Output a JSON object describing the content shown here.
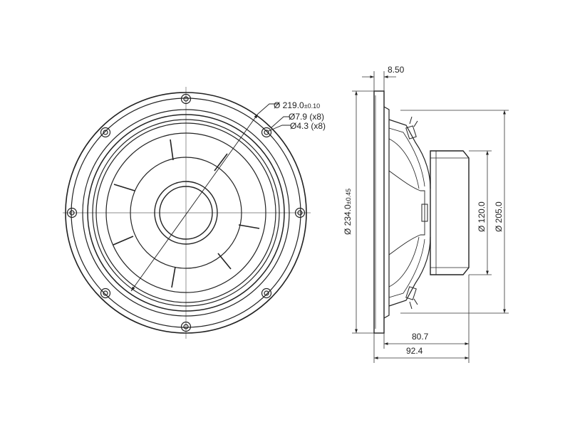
{
  "front_view": {
    "outer_diameter": {
      "label": "Ø 219.0",
      "tolerance": "±0.10"
    },
    "hole_large": {
      "label": "Ø7.9 (x8)"
    },
    "hole_small": {
      "label": "Ø4.3 (x8)"
    }
  },
  "side_view": {
    "flange_thickness": {
      "label": "8.50"
    },
    "frame_diameter": {
      "label": "Ø 234.0",
      "tolerance": "±0.45"
    },
    "magnet_diameter": {
      "label": "Ø 120.0"
    },
    "basket_diameter": {
      "label": "Ø 205.0"
    },
    "depth_inner": {
      "label": "80.7"
    },
    "depth_total": {
      "label": "92.4"
    }
  },
  "colors": {
    "line": "#222222",
    "dim_line": "#333333",
    "background": "#ffffff"
  }
}
